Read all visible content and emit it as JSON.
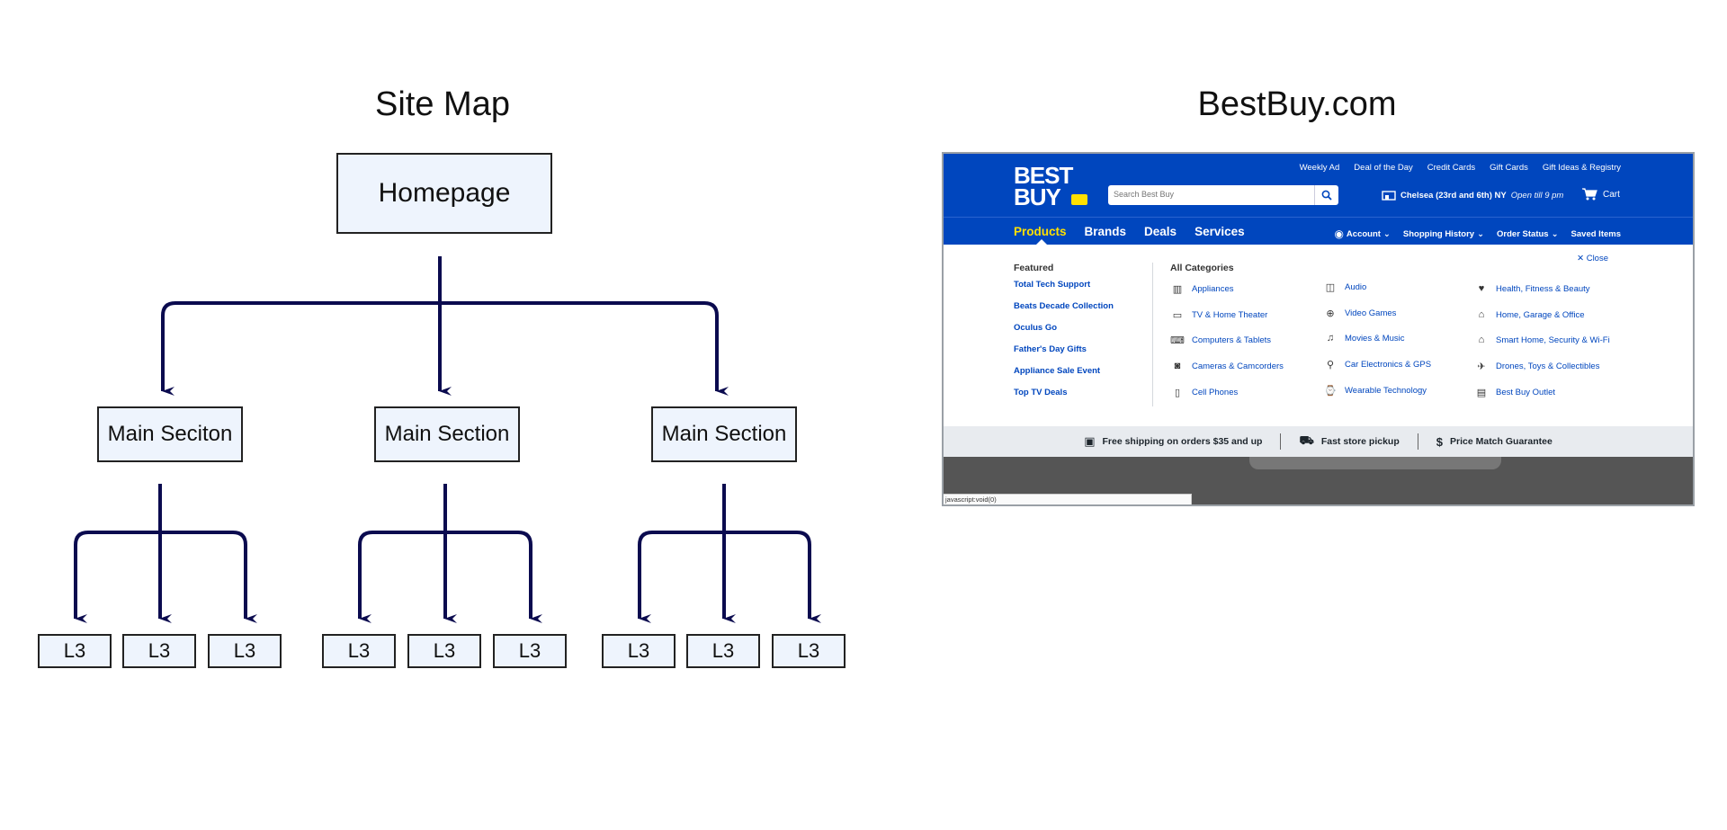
{
  "headings": {
    "sitemap": "Site Map",
    "bestbuy": "BestBuy.com"
  },
  "sitemap": {
    "root": "Homepage",
    "sections": [
      {
        "label": "Main Seciton",
        "children": [
          "L3",
          "L3",
          "L3"
        ]
      },
      {
        "label": "Main Section",
        "children": [
          "L3",
          "L3",
          "L3"
        ]
      },
      {
        "label": "Main Section",
        "children": [
          "L3",
          "L3",
          "L3"
        ]
      }
    ],
    "colors": {
      "arrow": "#0b0b4f",
      "node_fill": "#eef4fd",
      "node_border": "#222222"
    }
  },
  "bestbuy": {
    "logo_line1": "BEST",
    "logo_line2": "BUY",
    "utility_links": [
      "Weekly Ad",
      "Deal of the Day",
      "Credit Cards",
      "Gift Cards",
      "Gift Ideas & Registry"
    ],
    "search_placeholder": "Search Best Buy",
    "store_name": "Chelsea (23rd and 6th) NY",
    "store_hours": "Open till 9 pm",
    "cart_label": "Cart",
    "nav": [
      "Products",
      "Brands",
      "Deals",
      "Services"
    ],
    "account_links": [
      "Account",
      "Shopping History",
      "Order Status",
      "Saved Items"
    ],
    "close_label": "Close",
    "featured_heading": "Featured",
    "featured_links": [
      "Total Tech Support",
      "Beats Decade Collection",
      "Oculus Go",
      "Father's Day Gifts",
      "Appliance Sale Event",
      "Top TV Deals"
    ],
    "allcat_heading": "All Categories",
    "categories": [
      {
        "label": "Appliances",
        "icon": "appliances-icon",
        "glyph": "▥"
      },
      {
        "label": "TV & Home Theater",
        "icon": "tv-icon",
        "glyph": "▭"
      },
      {
        "label": "Computers & Tablets",
        "icon": "laptop-icon",
        "glyph": "⌨"
      },
      {
        "label": "Cameras & Camcorders",
        "icon": "camera-icon",
        "glyph": "◙"
      },
      {
        "label": "Cell Phones",
        "icon": "phone-icon",
        "glyph": "▯"
      },
      {
        "label": "Audio",
        "icon": "audio-icon",
        "glyph": "◫"
      },
      {
        "label": "Video Games",
        "icon": "gamepad-icon",
        "glyph": "⊕"
      },
      {
        "label": "Movies & Music",
        "icon": "movies-icon",
        "glyph": "♫"
      },
      {
        "label": "Car Electronics & GPS",
        "icon": "car-electronics-icon",
        "glyph": "⚲"
      },
      {
        "label": "Wearable Technology",
        "icon": "watch-icon",
        "glyph": "⌚"
      },
      {
        "label": "Health, Fitness & Beauty",
        "icon": "heart-icon",
        "glyph": "♥"
      },
      {
        "label": "Home, Garage & Office",
        "icon": "home-icon",
        "glyph": "⌂"
      },
      {
        "label": "Smart Home, Security & Wi-Fi",
        "icon": "smart-home-icon",
        "glyph": "⌂"
      },
      {
        "label": "Drones, Toys & Collectibles",
        "icon": "drone-icon",
        "glyph": "✈"
      },
      {
        "label": "Best Buy Outlet",
        "icon": "outlet-icon",
        "glyph": "▤"
      }
    ],
    "footer": [
      {
        "label": "Free shipping on orders $35 and up",
        "icon": "box-icon",
        "glyph": "▣"
      },
      {
        "label": "Fast store pickup",
        "icon": "truck-icon",
        "glyph": "⛟"
      },
      {
        "label": "Price Match Guarantee",
        "icon": "dollar-icon",
        "glyph": "$"
      }
    ],
    "status_bar": "javascript:void(0)",
    "colors": {
      "brand_blue": "#0046be",
      "brand_yellow": "#ffe000"
    }
  }
}
